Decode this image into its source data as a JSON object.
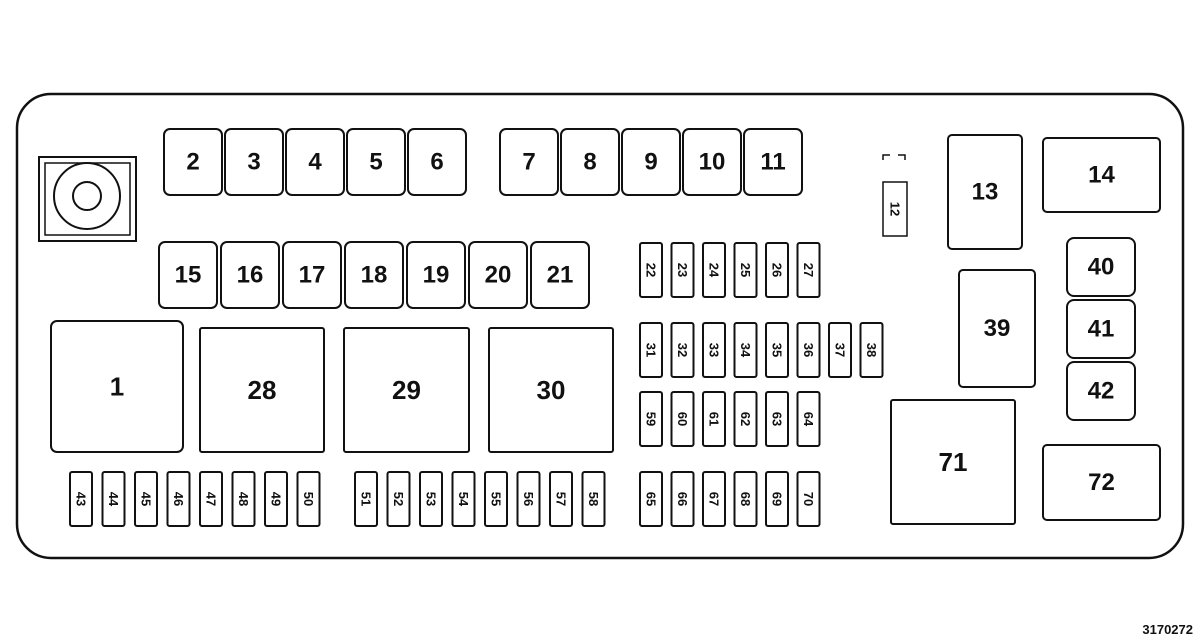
{
  "diagram": {
    "figure_code": "3170272",
    "fuses_top_row_a": [
      "2",
      "3",
      "4",
      "5",
      "6"
    ],
    "fuses_top_row_b": [
      "7",
      "8",
      "9",
      "10",
      "11"
    ],
    "fuses_second_row": [
      "15",
      "16",
      "17",
      "18",
      "19",
      "20",
      "21"
    ],
    "big_relays": [
      "1",
      "28",
      "29",
      "30"
    ],
    "mini_fuses_row1": [
      "22",
      "23",
      "24",
      "25",
      "26",
      "27"
    ],
    "mini_fuses_row2": [
      "31",
      "32",
      "33",
      "34",
      "35",
      "36",
      "37",
      "38"
    ],
    "mini_fuses_row3": [
      "59",
      "60",
      "61",
      "62",
      "63",
      "64"
    ],
    "mini_fuses_bottom_a": [
      "43",
      "44",
      "45",
      "46",
      "47",
      "48",
      "49",
      "50"
    ],
    "mini_fuses_bottom_b": [
      "51",
      "52",
      "53",
      "54",
      "55",
      "56",
      "57",
      "58"
    ],
    "mini_fuses_bottom_c": [
      "65",
      "66",
      "67",
      "68",
      "69",
      "70"
    ],
    "right_blocks": {
      "r12": "12",
      "r13": "13",
      "r14": "14",
      "r39": "39",
      "r40": "40",
      "r41": "41",
      "r42": "42",
      "r71": "71",
      "r72": "72"
    }
  }
}
